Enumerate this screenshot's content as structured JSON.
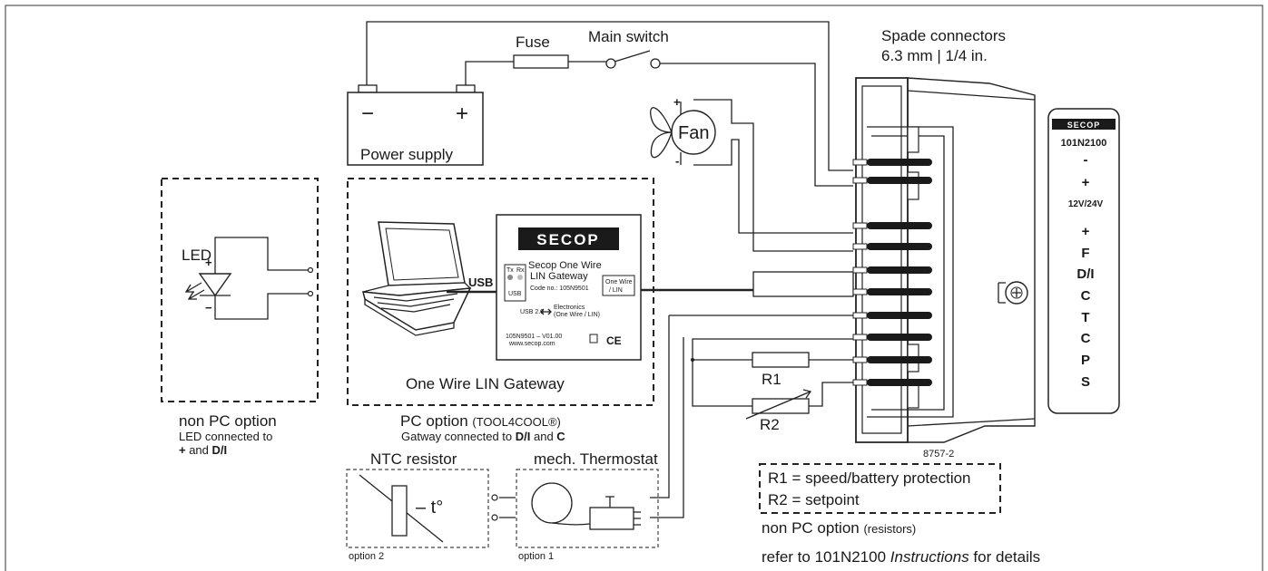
{
  "power": {
    "fuse": "Fuse",
    "main_switch": "Main switch",
    "minus": "−",
    "plus": "+",
    "supply": "Power supply"
  },
  "fan": {
    "label": "Fan",
    "plus": "+",
    "minus": "-"
  },
  "spade": {
    "line1": "Spade connectors",
    "line2": "6.3 mm | 1/4 in."
  },
  "led_box": {
    "led": "LED",
    "plus": "+",
    "minus": "−",
    "caption1": "non PC option",
    "caption2": "LED connected to",
    "caption3_a": "+",
    "caption3_b": " and ",
    "caption3_c": "D/I"
  },
  "gateway": {
    "usb": "USB",
    "brand": "SECOP",
    "name1": "Secop One Wire",
    "name2": "LIN Gateway",
    "code": "Code no.: 105N9501",
    "port_right1": "One Wire",
    "port_right2": "/ LIN",
    "port_usb": "USB",
    "tx": "Tx",
    "rx": "Rx",
    "usb20": "USB 2.0",
    "electronics1": "Electronics",
    "electronics2": "(One Wire / LIN)",
    "version": "105N9501 – V01.00",
    "website": "www.secop.com",
    "ce": "CE",
    "title": "One Wire LIN Gateway",
    "caption1_a": "PC option ",
    "caption1_b": "(TOOL4COOL®)",
    "caption2_a": "Gatway connected to ",
    "caption2_b": "D/I",
    "caption2_c": " and ",
    "caption2_d": "C"
  },
  "ntc": {
    "title": "NTC resistor",
    "symbol": "– t°",
    "option": "option 2"
  },
  "thermostat": {
    "title": "mech. Thermostat",
    "option": "option 1"
  },
  "resistors": {
    "r1": "R1",
    "r2": "R2",
    "legend1": "R1 = speed/battery protection",
    "legend2": "R2 = setpoint",
    "caption_a": "non PC option ",
    "caption_b": "(resistors)",
    "refer_a": "refer to 101N2100 ",
    "refer_b": "Instructions",
    "refer_c": " for details"
  },
  "drawing_no": "8757-2",
  "label_panel": {
    "brand": "SECOP",
    "model": "101N2100",
    "terminals": [
      "-",
      "+",
      "12V/24V",
      "+",
      "F",
      "D/I",
      "C",
      "T",
      "C",
      "P",
      "S"
    ]
  }
}
